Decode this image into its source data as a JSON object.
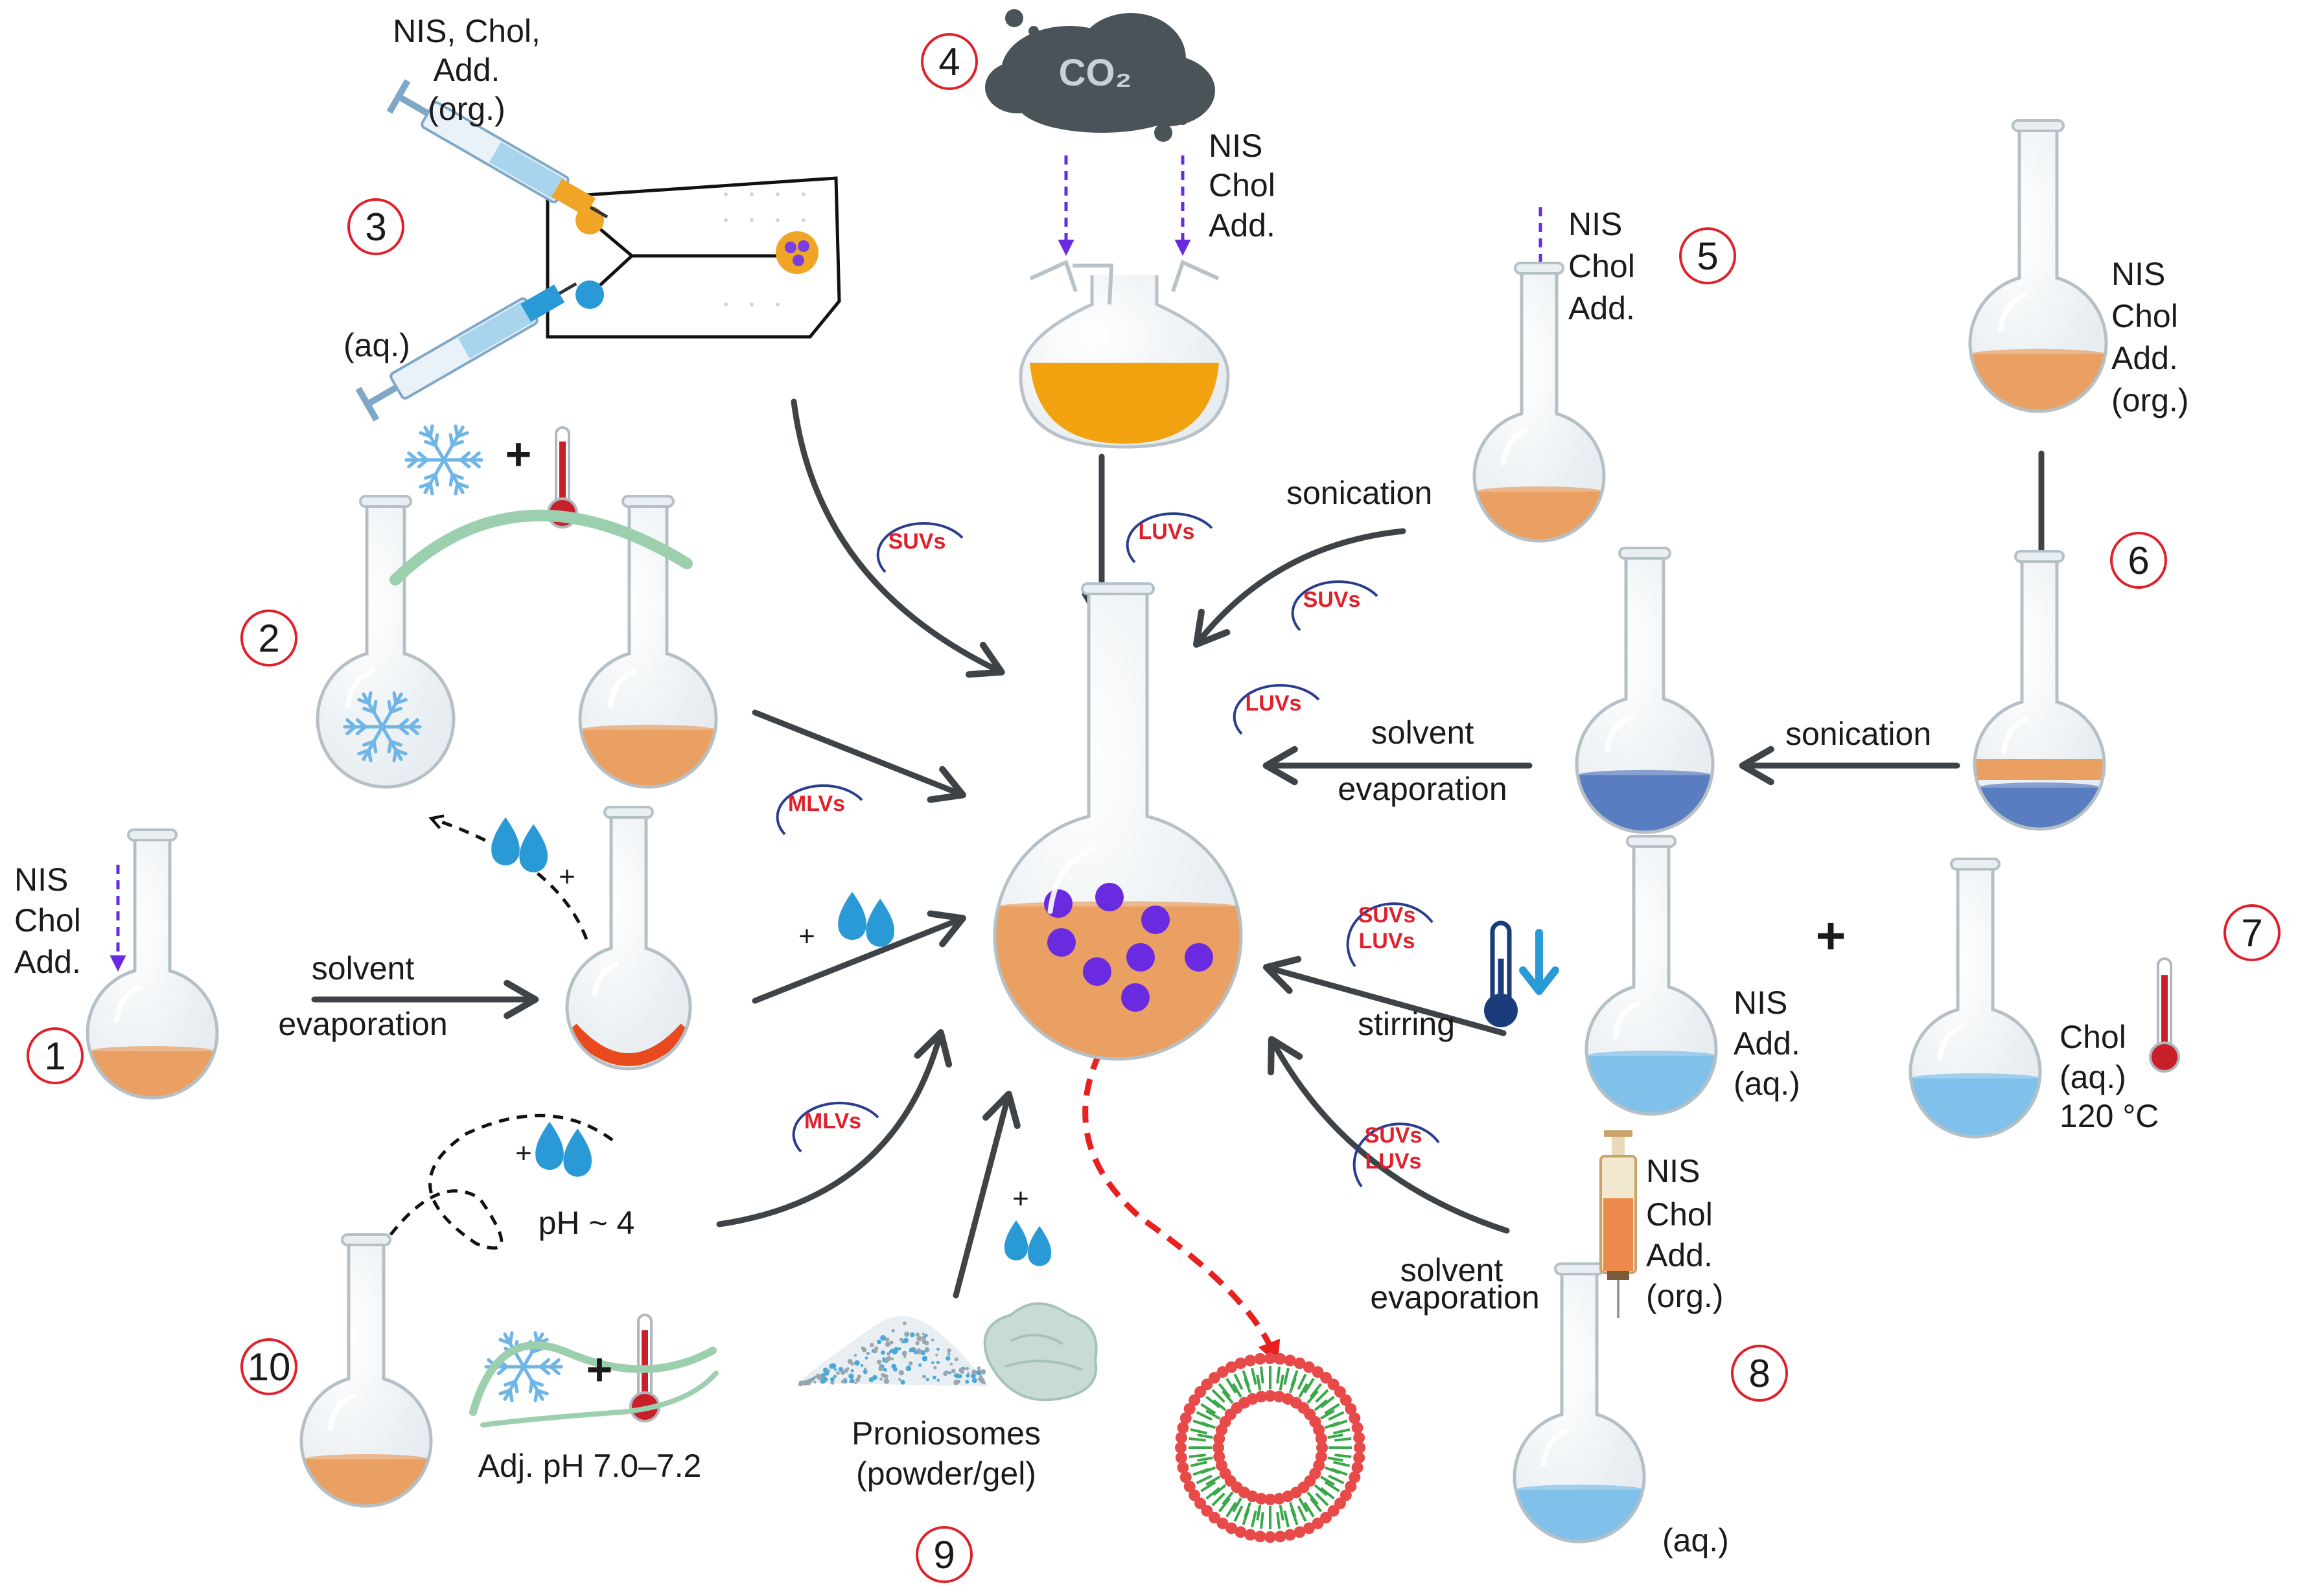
{
  "colors": {
    "arrow": "#3e4347",
    "purple_arrow": "#6a2be0",
    "orange_liquid": "#eaa063",
    "blue_liquid": "#7fc1ea",
    "dark_blue_liquid": "#5a7cc0",
    "red_layer": "#e84a1e",
    "yellow_liquid": "#f3a20f",
    "vesicle": "#6a2be0",
    "badge_text": "#e0202a",
    "badge_ring": "#2a3c8c",
    "number_ring": "#e0202a",
    "water_drop": "#2a9ad6"
  },
  "numbers": [
    "1",
    "2",
    "3",
    "4",
    "5",
    "6",
    "7",
    "8",
    "9",
    "10"
  ],
  "badges": {
    "suv_top": "SUVs",
    "luv_top": "LUVs",
    "suv_right": "SUVs",
    "luv_right": "LUVs",
    "mlv_left": "MLVs",
    "suvluv_right_1": [
      "SUVs",
      "LUVs"
    ],
    "mlv_bottom": "MLVs",
    "suvluv_right_2": [
      "SUVs",
      "LUVs"
    ]
  },
  "labels": {
    "m1_reagents": [
      "NIS",
      "Chol",
      "Add."
    ],
    "m1_step": [
      "solvent",
      "evaporation"
    ],
    "m3_org": [
      "NIS, Chol,",
      "Add.",
      "(org.)"
    ],
    "m3_aq": "(aq.)",
    "m4_co2": "CO₂",
    "m4_reagents": [
      "NIS",
      "Chol",
      "Add."
    ],
    "m5_reagents": [
      "NIS",
      "Chol",
      "Add."
    ],
    "m5_step": "sonication",
    "m6_reagents": [
      "NIS",
      "Chol",
      "Add.",
      "(org.)"
    ],
    "m6_step": "sonication",
    "m6_step2": [
      "solvent",
      "evaporation"
    ],
    "m7_nis": [
      "NIS",
      "Add.",
      "(aq.)"
    ],
    "m7_chol": [
      "Chol",
      "(aq.)",
      "120 °C"
    ],
    "m7_step": "stirring",
    "m8_reagents": [
      "NIS",
      "Chol",
      "Add.",
      "(org.)"
    ],
    "m8_step": [
      "solvent",
      "evaporation"
    ],
    "m8_aq": "(aq.)",
    "m9_label": [
      "Proniosomes",
      "(powder/gel)"
    ],
    "m10_ph": "pH ~ 4",
    "m10_adj": "Adj. pH 7.0–7.2",
    "plus": "+"
  }
}
